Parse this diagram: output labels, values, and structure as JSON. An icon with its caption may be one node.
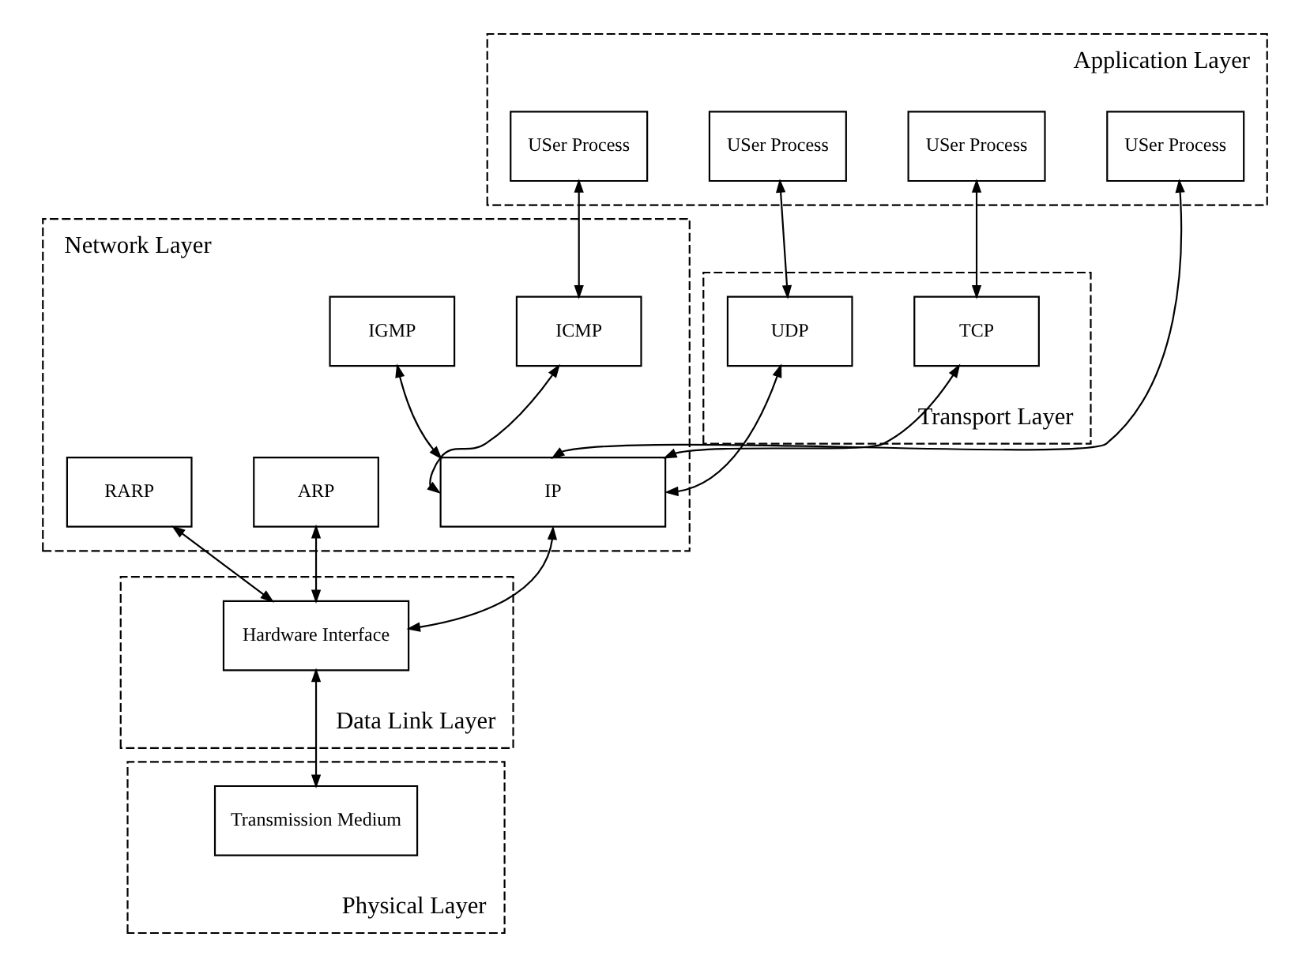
{
  "diagram": {
    "nodes": [
      {
        "text": [
          "Application Layer"
        ]
      },
      {
        "text": [
          "USer Process"
        ],
        "in": 0
      },
      {
        "text": [
          "USer Process"
        ],
        "in": 0
      },
      {
        "text": [
          "USer Process"
        ],
        "in": 0
      },
      {
        "text": [
          "USer Process"
        ],
        "in": 0
      },
      {
        "text": [
          "Transport Layer"
        ]
      },
      {
        "text": [
          "TCP"
        ],
        "in": 5
      },
      {
        "text": [
          "UDP"
        ],
        "in": 5
      },
      {
        "text": [
          "Network Layer"
        ]
      },
      {
        "text": [
          "ICMP"
        ],
        "in": 8
      },
      {
        "text": [
          "IGMP"
        ],
        "in": 8
      },
      {
        "text": [
          "IP"
        ],
        "in": 8
      },
      {
        "text": [
          "ARP"
        ],
        "in": 8
      },
      {
        "text": [
          "RARP"
        ],
        "in": 8
      },
      {
        "text": [
          "Data Link Layer"
        ]
      },
      {
        "text": [
          "Hardware Interface"
        ],
        "in": 14
      },
      {
        "text": [
          "Physical Layer"
        ]
      },
      {
        "text": [
          "Transmission Medium"
        ],
        "in": 16
      }
    ],
    "edges": [
      {
        "from": 1,
        "to": 9,
        "arrow": "both"
      },
      {
        "from": 2,
        "to": 6,
        "arrow": "both"
      },
      {
        "from": 3,
        "to": 11,
        "arrow": "both"
      },
      {
        "from": 4,
        "to": 7,
        "arrow": "both"
      },
      {
        "from": 6,
        "to": 11,
        "arrow": "both"
      },
      {
        "from": 7,
        "to": 11,
        "arrow": "both"
      },
      {
        "from": 9,
        "to": 11,
        "arrow": "both"
      },
      {
        "from": 10,
        "to": 11,
        "arrow": "both"
      },
      {
        "from": 12,
        "to": 15,
        "arrow": "both"
      },
      {
        "from": 11,
        "to": 15,
        "arrow": "both"
      },
      {
        "from": 13,
        "to": 15,
        "arrow": "both"
      },
      {
        "from": 15,
        "to": 17,
        "arrow": "both"
      }
    ]
  }
}
